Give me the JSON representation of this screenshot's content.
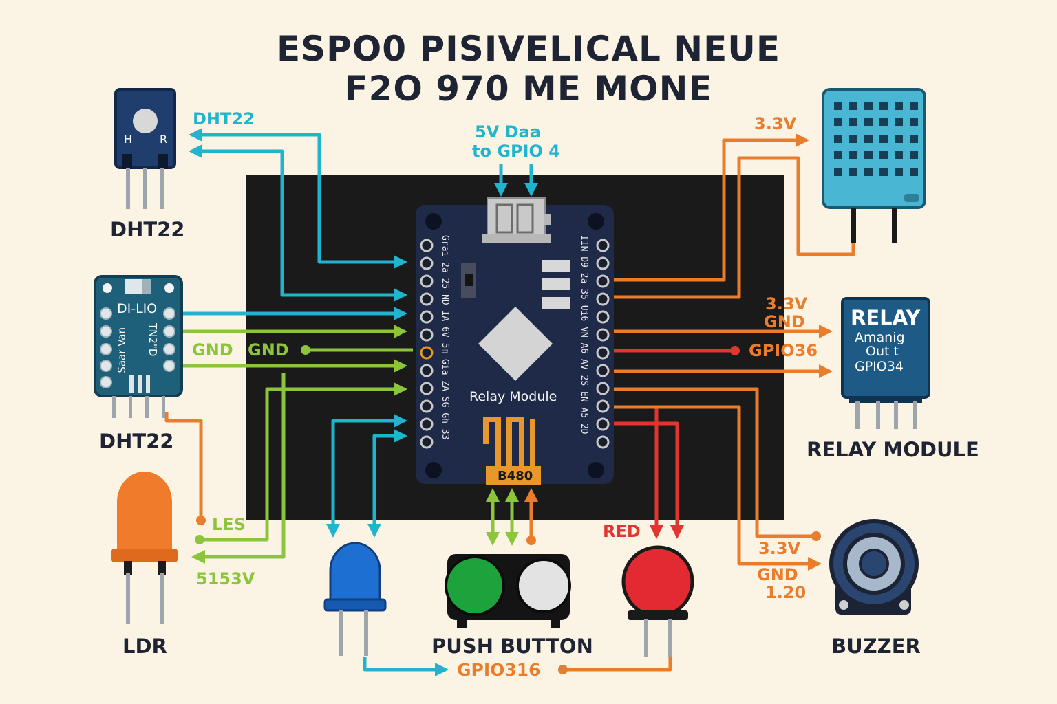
{
  "title": {
    "line1": "ESPO0 PISIVELICAL NEUE",
    "line2": "F2O 970 ME MONE"
  },
  "board": {
    "module_label": "Relay Module",
    "chip_label": "B480",
    "pins_left": [
      "Grai",
      "2a",
      "25",
      "ND",
      "IA",
      "6V",
      "5m",
      "Gia",
      "ZA",
      "SG",
      "Gh",
      "33"
    ],
    "pins_right": [
      "IIN",
      "D9",
      "2a",
      "35",
      "Ui6",
      "VN",
      "A6",
      "AV",
      "2S",
      "EN",
      "A5",
      "2D"
    ]
  },
  "labels": {
    "top_center_line1": "5V  Daa",
    "top_center_line2": "to GPIO 4",
    "dht22_wire": "DHT22",
    "gnd_a": "GND",
    "gnd_b": "GND",
    "les": "LES",
    "v5153": "5153V",
    "right_3v3": "3.3V",
    "relay_3v3": "3.3V",
    "relay_gnd": "GND",
    "gpio36": "GPIO36",
    "buzzer_3v3": "3.3V",
    "buzzer_gnd": "GND",
    "buzzer_120": "1.20",
    "red": "RED",
    "gpio316": "GPIO316"
  },
  "components": {
    "dht22_top": {
      "name": "DHT22",
      "pin_h": "H",
      "pin_r": "R"
    },
    "dht22_board": {
      "name": "DHT22",
      "line1": "DI-LIO",
      "line2": "Saar",
      "line3": "Van",
      "line4": "TN2\"D"
    },
    "ldr": {
      "name": "LDR"
    },
    "push_button": {
      "name": "PUSH BUTTON"
    },
    "relay": {
      "name": "RELAY MODULE",
      "title": "RELAY",
      "line1": "Amanig",
      "line2": "Out t",
      "line3": "GPIO34"
    },
    "buzzer": {
      "name": "BUZZER"
    }
  },
  "colors": {
    "cyan": "#20b4cf",
    "orange": "#ea7d2c",
    "green": "#8cc43c",
    "red": "#e23530",
    "board": "#1f2a48",
    "panel": "#1a1a1a",
    "background": "#fbf4e4"
  }
}
